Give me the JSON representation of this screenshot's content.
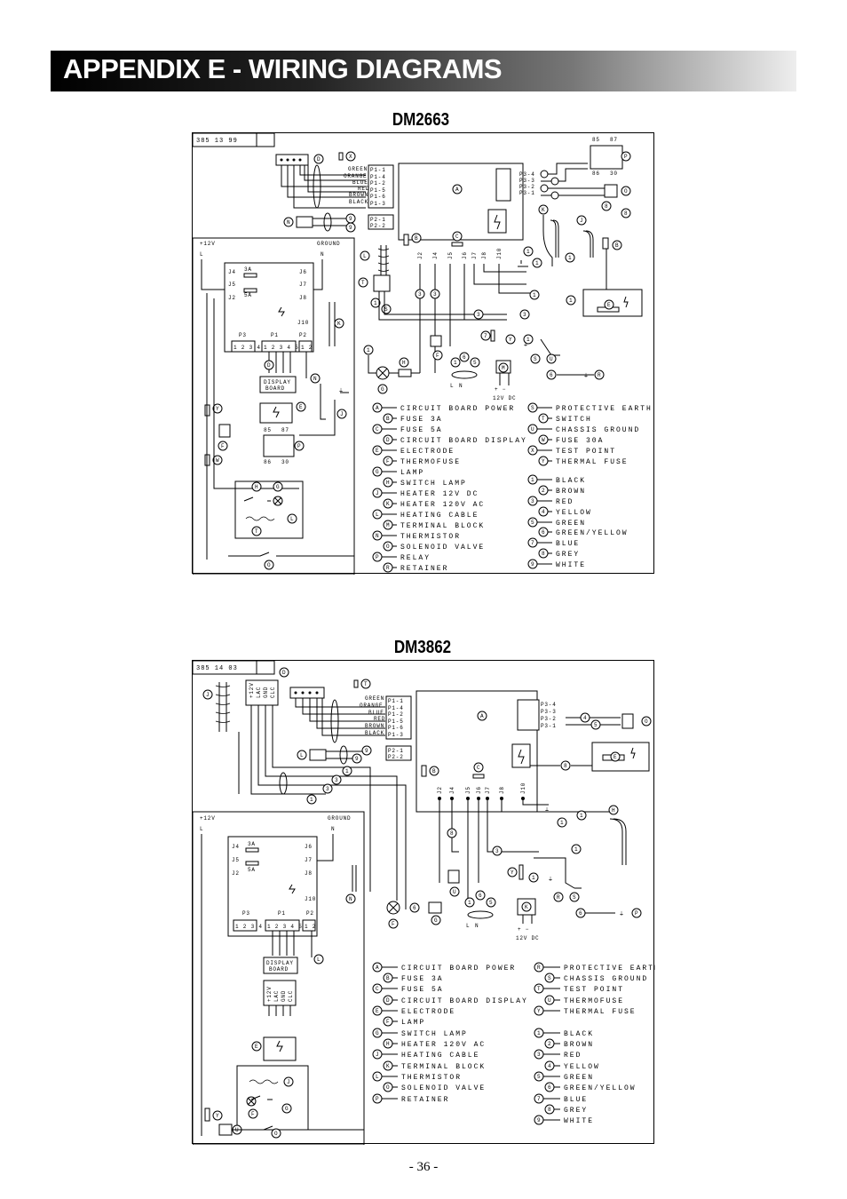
{
  "page": {
    "title": "APPENDIX E - WIRING DIAGRAMS",
    "page_number": "- 36 -"
  },
  "diagram1": {
    "model": "DM2663",
    "part_number": "385 13 99",
    "wire_labels": [
      "GREEN",
      "ORANGE",
      "BLUE",
      "RED",
      "BROWN",
      "BLACK"
    ],
    "pins_p1": [
      "P1-1",
      "P1-4",
      "P1-2",
      "P1-5",
      "P1-6",
      "P1-3"
    ],
    "pins_p2": [
      "P2-1",
      "P2-2"
    ],
    "pins_p3": [
      "P3-4",
      "P3-3",
      "P3-2",
      "P3-1"
    ],
    "jacks": [
      "J2",
      "J4",
      "J5",
      "J6",
      "J7",
      "J8",
      "J10"
    ],
    "display_board": {
      "supply": "+12V",
      "ground": "GROUND",
      "l": "L",
      "n": "N",
      "j4": "J4",
      "j5": "J5",
      "j2": "J2",
      "j6": "J6",
      "j7": "J7",
      "j8": "J8",
      "j10": "J10",
      "fuse_3a": "3A",
      "fuse_5a": "5A",
      "p3": "P3",
      "p1": "P1",
      "p2": "P2",
      "p3_pins": "1 2 3 4",
      "p1_pins": "1 2 3 4 5 6",
      "p2_pins": "1 2",
      "board_line1": "DISPLAY",
      "board_line2": "BOARD"
    },
    "relay_pins": {
      "top_left": "85",
      "top_right": "87",
      "bottom_left": "86",
      "bottom_right": "30"
    },
    "dc_label": "12V DC",
    "legend_letters": [
      {
        "key": "A",
        "label": "CIRCUIT BOARD POWER"
      },
      {
        "key": "B",
        "label": "FUSE 3A"
      },
      {
        "key": "C",
        "label": "FUSE 5A"
      },
      {
        "key": "D",
        "label": "CIRCUIT BOARD DISPLAY"
      },
      {
        "key": "E",
        "label": "ELECTRODE"
      },
      {
        "key": "F",
        "label": "THERMOFUSE"
      },
      {
        "key": "G",
        "label": "LAMP"
      },
      {
        "key": "H",
        "label": "SWITCH LAMP"
      },
      {
        "key": "J",
        "label": "HEATER 12V DC"
      },
      {
        "key": "K",
        "label": "HEATER 120V AC"
      },
      {
        "key": "L",
        "label": "HEATING CABLE"
      },
      {
        "key": "M",
        "label": "TERMINAL BLOCK"
      },
      {
        "key": "N",
        "label": "THERMISTOR"
      },
      {
        "key": "O",
        "label": "SOLENOID VALVE"
      },
      {
        "key": "P",
        "label": "RELAY"
      },
      {
        "key": "R",
        "label": "RETAINER"
      }
    ],
    "legend_letters_2": [
      {
        "key": "S",
        "label": "PROTECTIVE EARTH"
      },
      {
        "key": "T",
        "label": "SWITCH"
      },
      {
        "key": "U",
        "label": "CHASSIS GROUND"
      },
      {
        "key": "W",
        "label": "FUSE 30A"
      },
      {
        "key": "X",
        "label": "TEST POINT"
      },
      {
        "key": "Y",
        "label": "THERMAL FUSE"
      }
    ],
    "legend_colors": [
      {
        "key": "1",
        "label": "BLACK"
      },
      {
        "key": "2",
        "label": "BROWN"
      },
      {
        "key": "3",
        "label": "RED"
      },
      {
        "key": "4",
        "label": "YELLOW"
      },
      {
        "key": "5",
        "label": "GREEN"
      },
      {
        "key": "6",
        "label": "GREEN/YELLOW"
      },
      {
        "key": "7",
        "label": "BLUE"
      },
      {
        "key": "8",
        "label": "GREY"
      },
      {
        "key": "9",
        "label": "WHITE"
      }
    ]
  },
  "diagram2": {
    "model": "DM3862",
    "part_number": "385 14 03",
    "wire_labels": [
      "GREEN",
      "ORANGE",
      "BLUE",
      "RED",
      "BROWN",
      "BLACK"
    ],
    "pins_p1": [
      "P1-1",
      "P1-4",
      "P1-2",
      "P1-5",
      "P1-6",
      "P1-3"
    ],
    "pins_p2": [
      "P2-1",
      "P2-2"
    ],
    "pins_p3": [
      "P3-4",
      "P3-3",
      "P3-2",
      "P3-1"
    ],
    "jacks": [
      "J2",
      "J4",
      "J5",
      "J6",
      "J7",
      "J8",
      "J10"
    ],
    "terminal_labels": [
      "+12V",
      "LAC",
      "GND",
      "CLC"
    ],
    "display_board": {
      "supply": "+12V",
      "ground": "GROUND",
      "l": "L",
      "n": "N",
      "j4": "J4",
      "j5": "J5",
      "j2": "J2",
      "j6": "J6",
      "j7": "J7",
      "j8": "J8",
      "j10": "J10",
      "fuse_3a": "3A",
      "fuse_5a": "5A",
      "p3": "P3",
      "p1": "P1",
      "p2": "P2",
      "p3_pins": "1 2 3 4",
      "p1_pins": "1 2 3 4 5 6",
      "p2_pins": "1 2",
      "board_line1": "DISPLAY",
      "board_line2": "BOARD"
    },
    "dc_label": "12V DC",
    "legend_letters": [
      {
        "key": "A",
        "label": "CIRCUIT BOARD POWER"
      },
      {
        "key": "B",
        "label": "FUSE 3A"
      },
      {
        "key": "C",
        "label": "FUSE 5A"
      },
      {
        "key": "D",
        "label": "CIRCUIT BOARD DISPLAY"
      },
      {
        "key": "E",
        "label": "ELECTRODE"
      },
      {
        "key": "F",
        "label": "LAMP"
      },
      {
        "key": "G",
        "label": "SWITCH LAMP"
      },
      {
        "key": "H",
        "label": "HEATER 120V AC"
      },
      {
        "key": "J",
        "label": "HEATING CABLE"
      },
      {
        "key": "K",
        "label": "TERMINAL BLOCK"
      },
      {
        "key": "L",
        "label": "THERMISTOR"
      },
      {
        "key": "O",
        "label": "SOLENOID VALVE"
      },
      {
        "key": "P",
        "label": "RETAINER"
      }
    ],
    "legend_letters_2": [
      {
        "key": "R",
        "label": "PROTECTIVE EARTH"
      },
      {
        "key": "S",
        "label": "CHASSIS GROUND"
      },
      {
        "key": "T",
        "label": "TEST POINT"
      },
      {
        "key": "U",
        "label": "THERMOFUSE"
      },
      {
        "key": "Y",
        "label": "THERMAL FUSE"
      }
    ],
    "legend_colors": [
      {
        "key": "1",
        "label": "BLACK"
      },
      {
        "key": "2",
        "label": "BROWN"
      },
      {
        "key": "3",
        "label": "RED"
      },
      {
        "key": "4",
        "label": "YELLOW"
      },
      {
        "key": "5",
        "label": "GREEN"
      },
      {
        "key": "6",
        "label": "GREEN/YELLOW"
      },
      {
        "key": "7",
        "label": "BLUE"
      },
      {
        "key": "8",
        "label": "GREY"
      },
      {
        "key": "9",
        "label": "WHITE"
      }
    ]
  }
}
